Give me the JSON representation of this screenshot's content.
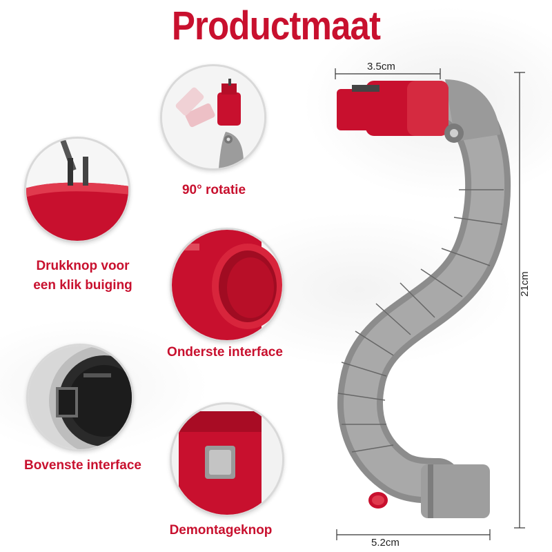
{
  "title": "Productmaat",
  "features": [
    {
      "label": "90° rotatie"
    },
    {
      "label_line1": "Drukknop voor",
      "label_line2": "een klik buiging"
    },
    {
      "label": "Onderste interface"
    },
    {
      "label": "Bovenste interface"
    },
    {
      "label": "Demontageknop"
    }
  ],
  "dimensions": {
    "top_width": "3.5cm",
    "height": "21cm",
    "bottom_width": "5.2cm"
  },
  "colors": {
    "accent_red": "#c8102e",
    "grey_body": "#9a9a9a"
  }
}
